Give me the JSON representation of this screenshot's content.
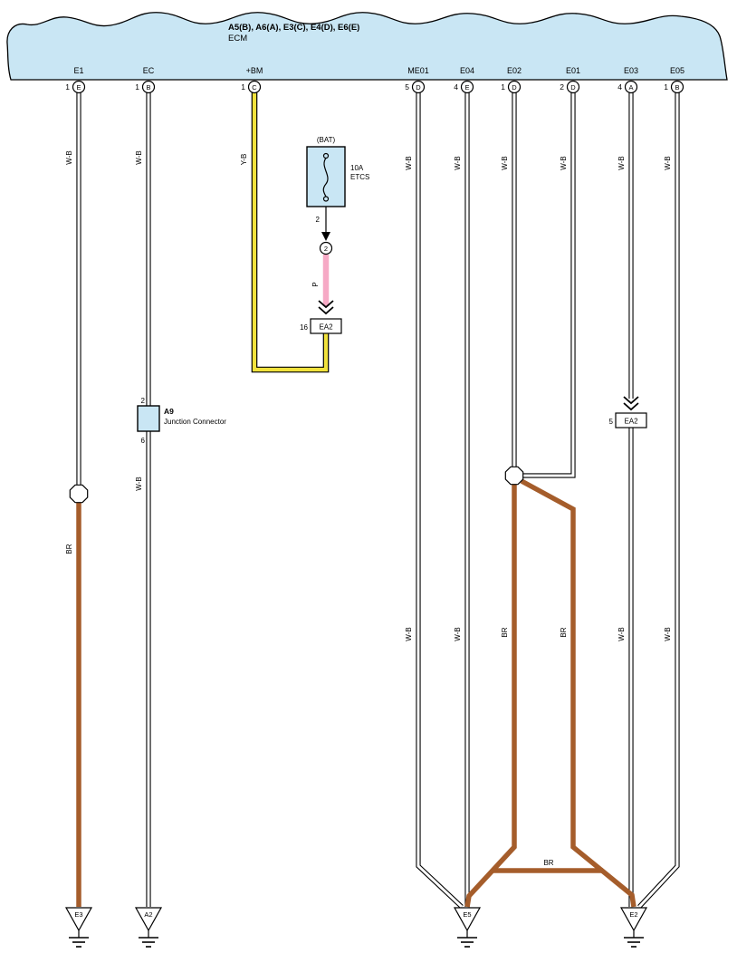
{
  "ecm": {
    "title": "A5(B), A6(A), E3(C), E4(D), E6(E)",
    "subtitle": "ECM"
  },
  "pins": [
    {
      "label": "E1",
      "pin": "1",
      "conn": "E"
    },
    {
      "label": "EC",
      "pin": "1",
      "conn": "B"
    },
    {
      "label": "+BM",
      "pin": "1",
      "conn": "C"
    },
    {
      "label": "ME01",
      "pin": "5",
      "conn": "D"
    },
    {
      "label": "E04",
      "pin": "4",
      "conn": "E"
    },
    {
      "label": "E02",
      "pin": "1",
      "conn": "D"
    },
    {
      "label": "E01",
      "pin": "2",
      "conn": "D"
    },
    {
      "label": "E03",
      "pin": "4",
      "conn": "A"
    },
    {
      "label": "E05",
      "pin": "1",
      "conn": "B"
    }
  ],
  "fuse": {
    "top_label": "(BAT)",
    "rating": "10A",
    "name": "ETCS",
    "pin": "2",
    "terminal": "2"
  },
  "junction": {
    "name": "A9",
    "desc": "Junction Connector",
    "pin_top": "2",
    "pin_bottom": "6"
  },
  "ea2_mid": {
    "pin": "16",
    "name": "EA2"
  },
  "ea2_right": {
    "pin": "5",
    "name": "EA2"
  },
  "wires": {
    "e1_top": "W-B",
    "e1_bottom": "BR",
    "ec_top": "W-B",
    "ec_bottom": "W-B",
    "bm": "Y-B",
    "fuse": "P",
    "me01_top": "W-B",
    "me01_bottom": "W-B",
    "e04_top": "W-B",
    "e04_bottom": "W-B",
    "e02_top": "W-B",
    "e02_bottom": "BR",
    "e01_top": "W-B",
    "e01_bottom": "BR",
    "e03_top": "W-B",
    "e03_bottom": "W-B",
    "e05_top": "W-B",
    "e05_bottom": "W-B",
    "ground_link": "BR"
  },
  "grounds": [
    "E3",
    "A2",
    "E5",
    "E2"
  ],
  "colors": {
    "blue": "#c9e6f4",
    "yellow": "#f1e23c",
    "pink": "#f6a9c5",
    "brown": "#a55d2b"
  }
}
